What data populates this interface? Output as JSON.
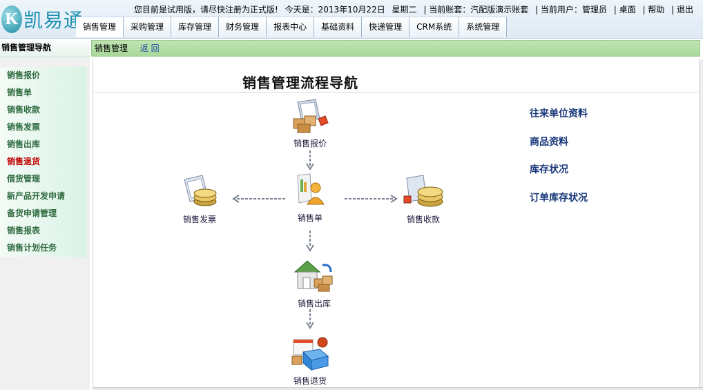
{
  "app": {
    "logo_k": "K",
    "logo_text": "凯易通"
  },
  "topbar": {
    "trial_notice": "您目前是试用版，请尽快注册为正式版!",
    "today": "今天是：2013年10月22日",
    "weekday": "星期二",
    "account": "| 当前账套：汽配版演示账套",
    "user": "| 当前用户：管理员",
    "desktop": "| 桌面",
    "help": "| 帮助",
    "logout": "| 退出"
  },
  "menu": [
    {
      "label": "销售管理"
    },
    {
      "label": "采购管理"
    },
    {
      "label": "库存管理"
    },
    {
      "label": "财务管理"
    },
    {
      "label": "报表中心"
    },
    {
      "label": "基础资料"
    },
    {
      "label": "快递管理"
    },
    {
      "label": "CRM系统"
    },
    {
      "label": "系统管理"
    }
  ],
  "sidebar": {
    "title": "销售管理导航",
    "items": [
      {
        "label": "销售报价"
      },
      {
        "label": "销售单"
      },
      {
        "label": "销售收款"
      },
      {
        "label": "销售发票"
      },
      {
        "label": "销售出库"
      },
      {
        "label": "销售退货"
      },
      {
        "label": "借货管理"
      },
      {
        "label": "新产品开发申请"
      },
      {
        "label": "备货申请管理"
      },
      {
        "label": "销售报表"
      },
      {
        "label": "销售计划任务"
      }
    ]
  },
  "breadcrumb": {
    "current": "销售管理",
    "back": "返 回"
  },
  "main": {
    "title": "销售管理流程导航",
    "nodes": {
      "quote": "销售报价",
      "order": "销售单",
      "invoice": "销售发票",
      "receipt": "销售收款",
      "outbound": "销售出库",
      "return": "销售退货"
    },
    "right_links": [
      {
        "label": "往来单位资料"
      },
      {
        "label": "商品资料"
      },
      {
        "label": "库存状况"
      },
      {
        "label": "订单库存状况"
      }
    ]
  },
  "colors": {
    "accent_green": "#a9d79a",
    "sidebar_text": "#2f6b3f",
    "active_red": "#c00000",
    "link_blue": "#16367a"
  }
}
